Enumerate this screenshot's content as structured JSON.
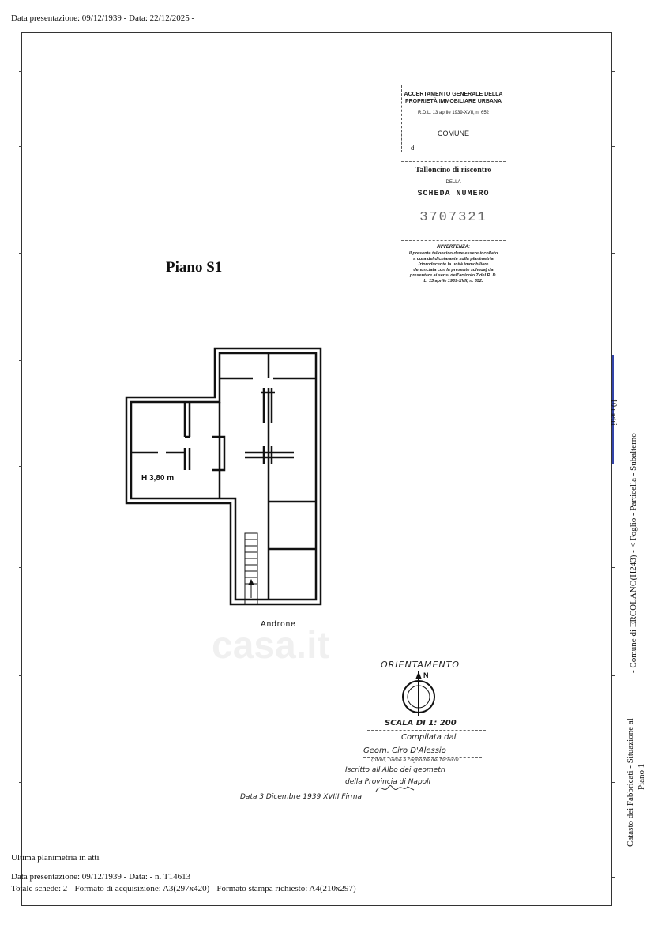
{
  "header": {
    "text": "Data presentazione: 09/12/1939 - Data: 22/12/2025 -"
  },
  "plan_title": "Piano S1",
  "talloncino": {
    "l1": "ACCERTAMENTO GENERALE DELLA",
    "l2": "PROPRIETÀ IMMOBILIARE URBANA",
    "l3": "R.D.L. 13 aprile 1939-XVII, n. 652",
    "comune": "COMUNE",
    "di": "di",
    "tall": "Talloncino di riscontro",
    "della": "DELLA",
    "scheda": "SCHEDA NUMERO",
    "numero": "3707321",
    "avv_title": "AVVERTENZA:",
    "avv_text": "Il presente talloncino deve essere incollato a cura del dichiarante sulla planimetria (riproducente la unità immobiliare denunciata con la presente scheda) da presentare ai sensi dell'articolo 7 del R. D. L. 13 aprile 1939-XVII, n. 652."
  },
  "plan": {
    "height_label": "H 3,80 m",
    "androne": "Androne"
  },
  "orientation": {
    "title": "ORIENTAMENTO",
    "north": "N",
    "scala": "SCALA DI 1: 200",
    "compilata": "Compilata dal",
    "geom": "Geom. Ciro D'Alessio",
    "tecnico": "(titolo, nome e cognome del tecnico)",
    "albo": "Iscritto all'Albo dei geometri",
    "provincia": "della Provincia di Napoli",
    "data": "Data 3 Dicembre 1939 XVIII Firma"
  },
  "scale_bar_label": "10 metri",
  "side_text": {
    "left": "Catasto dei Fabbricati - Situazione al",
    "left2": "Piano 1",
    "right": "- Comune di ERCOLANO(H243) - < Foglio    - Particella    - Subalterno"
  },
  "footer": {
    "ultima": "Ultima planimetria in atti",
    "line1": "Data presentazione: 09/12/1939 - Data:                    - n. T14613",
    "line2": "Totale schede: 2 - Formato di acquisizione: A3(297x420)  - Formato stampa richiesto: A4(210x297)"
  },
  "watermark": "casa.it"
}
